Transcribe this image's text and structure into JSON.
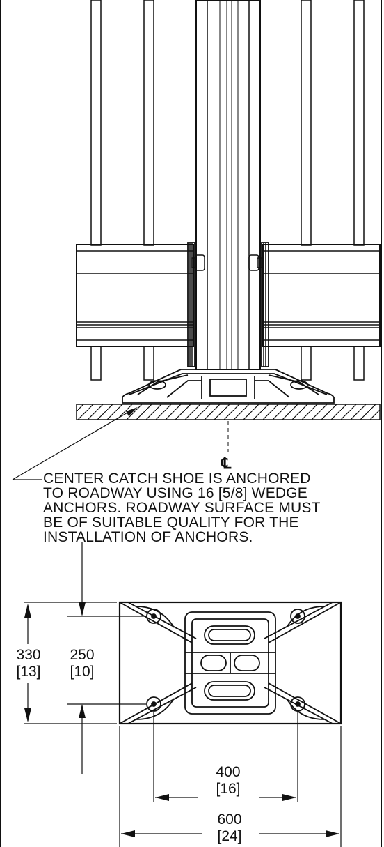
{
  "note": {
    "lines": [
      "CENTER CATCH SHOE IS ANCHORED",
      "TO ROADWAY USING 16 [5/8]  WEDGE",
      "ANCHORS. ROADWAY SURFACE MUST",
      "BE OF SUITABLE QUALITY FOR THE",
      "INSTALLATION OF ANCHORS."
    ]
  },
  "centerline_symbol": "℄",
  "dimensions": {
    "overall_height": {
      "mm": "330",
      "in": "[13]"
    },
    "anchor_spacing_height": {
      "mm": "250",
      "in": "[10]"
    },
    "anchor_spacing_width": {
      "mm": "400",
      "in": "[16]"
    },
    "overall_width": {
      "mm": "600",
      "in": "[24]"
    }
  },
  "colors": {
    "line": "#111111",
    "background": "#ffffff"
  }
}
